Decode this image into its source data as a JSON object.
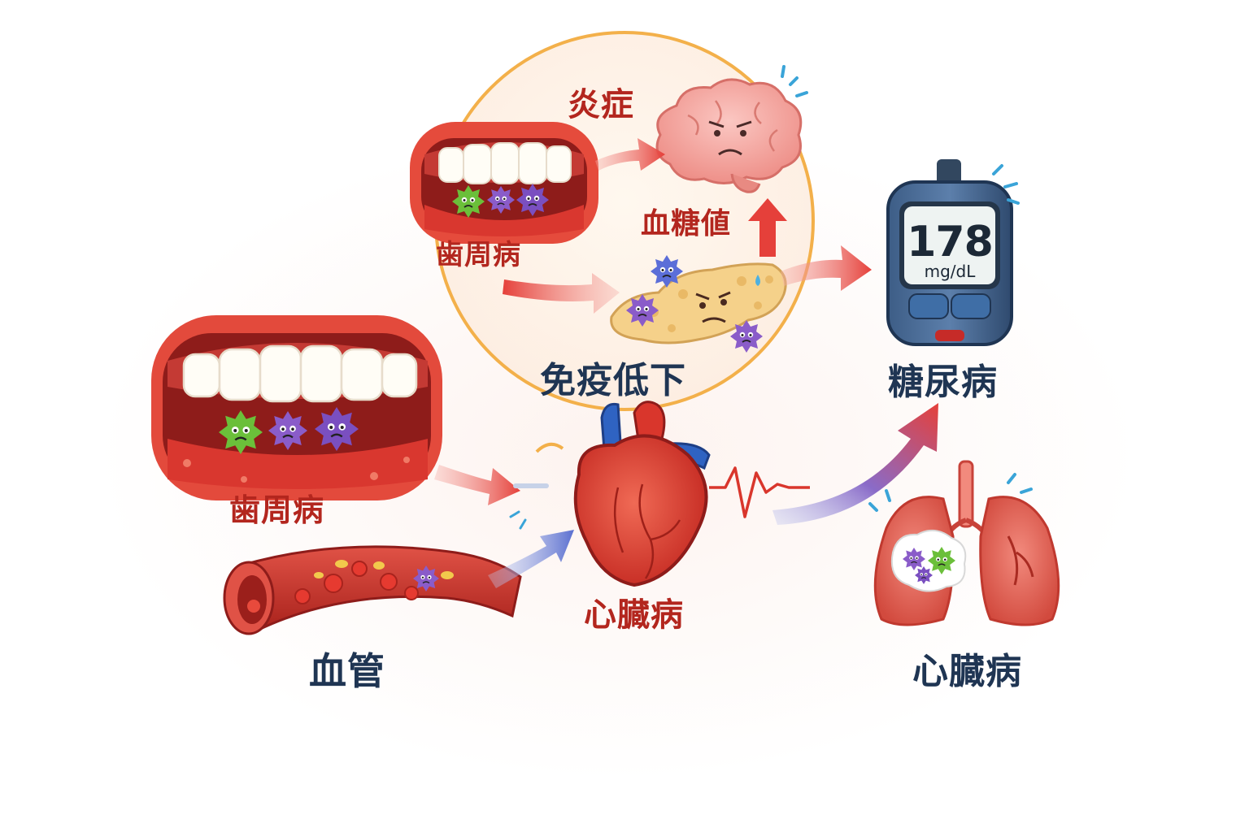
{
  "labels": {
    "inflammation": "炎症",
    "gum_disease_small": "歯周病",
    "blood_sugar": "血糖値",
    "immunity_decline": "免疫低下",
    "diabetes": "糖尿病",
    "gum_disease_large": "歯周病",
    "heart_disease": "心臓病",
    "blood_vessel": "血管",
    "lung_heart_disease": "心臓病"
  },
  "glucose_meter": {
    "value": "178",
    "unit": "mg/dL"
  },
  "colors": {
    "label_red": "#b3261e",
    "label_navy": "#1f3553",
    "arrow_red": "#e5403a",
    "arrow_blue": "#5a6fd0",
    "circle_orange": "#f3b04a",
    "gum_red": "#d9372f",
    "bacteria_green": "#6bbf3a",
    "bacteria_purple": "#8a5cc9"
  },
  "icons": [
    "mouth-icon",
    "brain-icon",
    "pancreas-icon",
    "glucose-meter-icon",
    "heart-icon",
    "blood-vessel-icon",
    "lungs-icon",
    "bacteria-icon"
  ]
}
